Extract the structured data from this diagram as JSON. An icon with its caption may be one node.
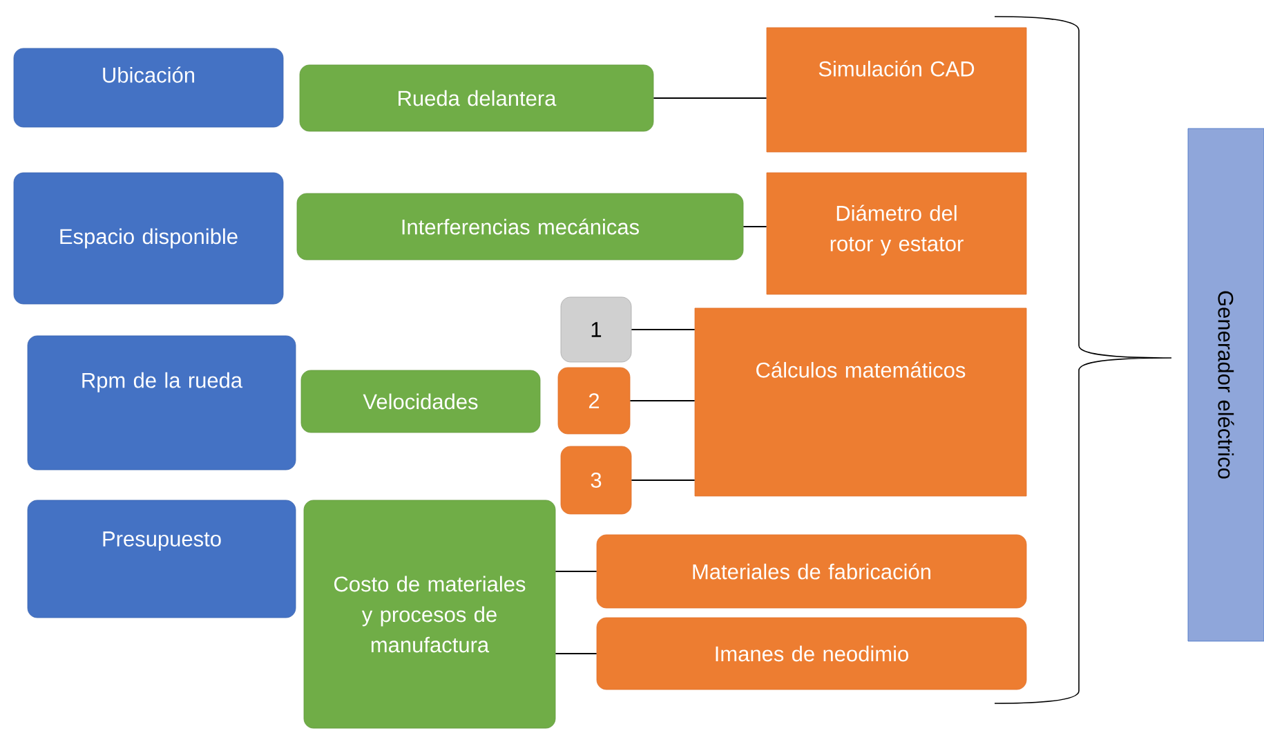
{
  "diagram": {
    "nodes": [
      {
        "text": [
          "Ubicación"
        ]
      },
      {
        "text": [
          "Rueda delantera"
        ]
      },
      {
        "text": [
          "Simulación CAD"
        ]
      },
      {
        "text": [
          "Espacio disponible"
        ]
      },
      {
        "text": [
          "Interferencias mecánicas"
        ]
      },
      {
        "text": [
          "Diámetro del rotor y estator"
        ]
      },
      {
        "text": [
          "Rpm de la rueda"
        ]
      },
      {
        "text": [
          "Velocidades"
        ]
      },
      {
        "text": [
          "1"
        ]
      },
      {
        "text": [
          "2"
        ]
      },
      {
        "text": [
          "3"
        ]
      },
      {
        "text": [
          "Cálculos matemáticos"
        ]
      },
      {
        "text": [
          "Presupuesto"
        ]
      },
      {
        "text": [
          "Costo de materiales y procesos de manufactura"
        ]
      },
      {
        "text": [
          "Materiales de fabricación"
        ]
      },
      {
        "text": [
          "Imanes de neodimio"
        ]
      },
      {
        "text": [
          "Generador eléctrico"
        ]
      }
    ],
    "edges": [
      {
        "from": 1,
        "to": 2,
        "arrow": "none"
      },
      {
        "from": 4,
        "to": 5,
        "arrow": "none"
      },
      {
        "from": 8,
        "to": 11,
        "arrow": "none"
      },
      {
        "from": 9,
        "to": 11,
        "arrow": "none"
      },
      {
        "from": 10,
        "to": 11,
        "arrow": "none"
      },
      {
        "from": 13,
        "to": 14,
        "arrow": "none"
      },
      {
        "from": 13,
        "to": 15,
        "arrow": "none"
      }
    ]
  }
}
